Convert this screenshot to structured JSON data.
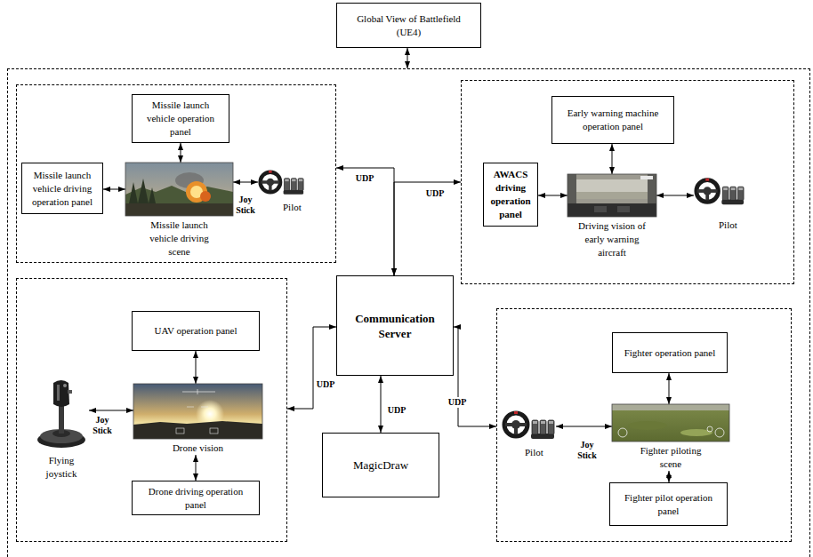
{
  "diagram": {
    "nodes": [
      {
        "text": [
          "Global View of Battlefield (UE4)"
        ]
      },
      {
        "text": []
      },
      {
        "text": [],
        "in": 1
      },
      {
        "text": [
          "Missile launch vehicle operation panel"
        ],
        "in": 2
      },
      {
        "text": [
          "Missile launch vehicle driving operation panel"
        ],
        "in": 2
      },
      {
        "text": [
          "Missile launch vehicle driving scene"
        ],
        "in": 2
      },
      {
        "text": [
          "Pilot"
        ],
        "in": 2
      },
      {
        "text": [],
        "in": 1
      },
      {
        "text": [
          "Early warning machine operation panel"
        ],
        "in": 7
      },
      {
        "text": [
          "AWACS driving operation panel"
        ],
        "in": 7
      },
      {
        "text": [
          "Driving vision of early warning aircraft"
        ],
        "in": 7
      },
      {
        "text": [
          "Pilot"
        ],
        "in": 7
      },
      {
        "text": [
          "Communication Server"
        ],
        "in": 1
      },
      {
        "text": [],
        "in": 1
      },
      {
        "text": [
          "UAV operation panel"
        ],
        "in": 13
      },
      {
        "text": [
          "Flying joystick"
        ],
        "in": 13
      },
      {
        "text": [
          "Drone vision"
        ],
        "in": 13
      },
      {
        "text": [
          "Drone driving operation panel"
        ],
        "in": 13
      },
      {
        "text": [
          "MagicDraw"
        ],
        "in": 1
      },
      {
        "text": [],
        "in": 1
      },
      {
        "text": [
          "Fighter operation panel"
        ],
        "in": 19
      },
      {
        "text": [
          "Pilot"
        ],
        "in": 19
      },
      {
        "text": [
          "Fighter piloting scene"
        ],
        "in": 19
      },
      {
        "text": [
          "Fighter pilot operation panel"
        ],
        "in": 19
      }
    ],
    "edges": [
      {
        "from": 0,
        "to": 1,
        "arrow": "both"
      },
      {
        "from": 3,
        "to": 5,
        "arrow": "both"
      },
      {
        "from": 4,
        "to": 5,
        "arrow": "both"
      },
      {
        "from": 5,
        "to": 6,
        "label": "Joy Stick",
        "arrow": "both"
      },
      {
        "from": 12,
        "to": 2,
        "label": "UDP",
        "arrow": "both"
      },
      {
        "from": 12,
        "to": 7,
        "label": "UDP",
        "arrow": "both"
      },
      {
        "from": 8,
        "to": 10,
        "arrow": "both"
      },
      {
        "from": 9,
        "to": 10,
        "arrow": "both"
      },
      {
        "from": 10,
        "to": 11,
        "arrow": "both"
      },
      {
        "from": 12,
        "to": 13,
        "label": "UDP",
        "arrow": "both"
      },
      {
        "from": 14,
        "to": 16,
        "arrow": "both"
      },
      {
        "from": 16,
        "to": 17,
        "arrow": "both"
      },
      {
        "from": 15,
        "to": 16,
        "label": "Joy Stick",
        "arrow": "both"
      },
      {
        "from": 12,
        "to": 18,
        "label": "UDP",
        "arrow": "both"
      },
      {
        "from": 12,
        "to": 19,
        "label": "UDP",
        "arrow": "both"
      },
      {
        "from": 20,
        "to": 22,
        "arrow": "both"
      },
      {
        "from": 22,
        "to": 23,
        "arrow": "both"
      },
      {
        "from": 21,
        "to": 22,
        "label": "Joy Stick",
        "arrow": "both"
      }
    ]
  }
}
